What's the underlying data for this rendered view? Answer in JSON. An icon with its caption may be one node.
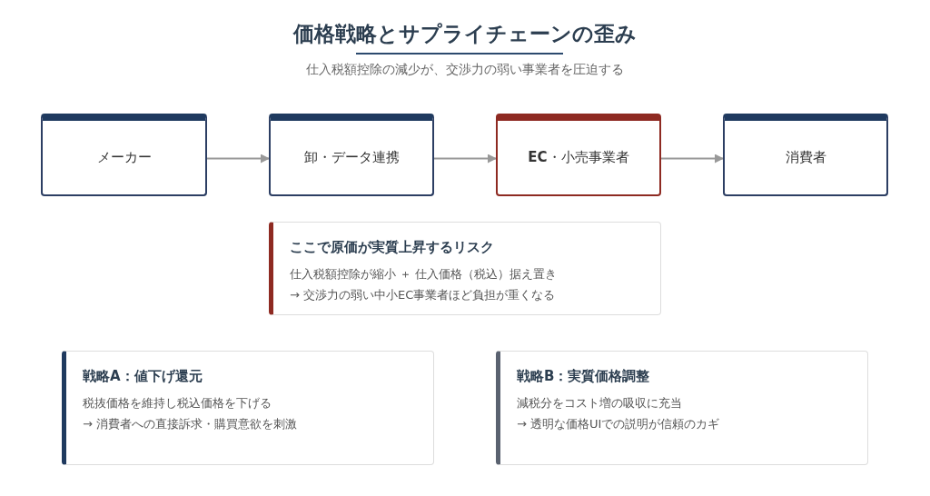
{
  "diagram": {
    "title": "価格戦略とサプライチェーンの歪み",
    "caption": "仕入税額控除の減少が、交渉力の弱い事業者を圧迫する",
    "nodes": [
      {
        "text": [
          "メーカー"
        ]
      },
      {
        "text": [
          "卸・データ連携"
        ]
      },
      {
        "text": [
          "**EC**・小売事業者"
        ]
      },
      {
        "text": [
          "消費者"
        ]
      },
      {
        "text": [
          "ここで原価が実質上昇するリスク",
          "仕入税額控除が縮小 ＋ 仕入価格（税込）据え置き",
          "→ 交渉力の弱い中小EC事業者ほど負担が重くなる"
        ]
      },
      {
        "text": [
          "戦略A：値下げ還元",
          "税抜価格を維持し税込価格を下げる",
          "→ 消費者への直接訴求・購買意欲を刺激"
        ]
      },
      {
        "text": [
          "戦略B：実質価格調整",
          "減税分をコスト増の吸収に充当",
          "→ 透明な価格UIでの説明が信頼のカギ"
        ]
      }
    ],
    "edges": [
      {
        "from": 0,
        "to": 1,
        "arrow": "to"
      },
      {
        "from": 1,
        "to": 2,
        "arrow": "to"
      },
      {
        "from": 2,
        "to": 3,
        "arrow": "to"
      }
    ]
  }
}
